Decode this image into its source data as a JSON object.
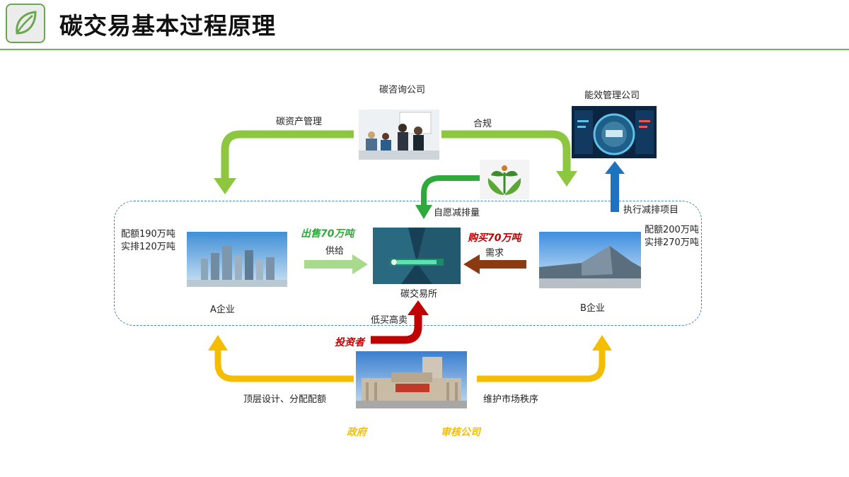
{
  "header": {
    "title": "碳交易基本过程原理",
    "accent_color": "#6aa84f",
    "logo_icon": "leaf-icon"
  },
  "diagram": {
    "consulting": {
      "label": "碳咨询公司",
      "left_flow": "碳资产管理",
      "right_flow": "合规"
    },
    "energy_company": {
      "label": "能效管理公司",
      "flow": "执行减排项目"
    },
    "voluntary": {
      "label": "自愿减排量",
      "icon": "sprout-icon"
    },
    "enterprise_a": {
      "label": "A企业",
      "quota": "配额190万吨",
      "actual": "实排120万吨",
      "sell": "出售70万吨",
      "flow": "供给"
    },
    "enterprise_b": {
      "label": "B企业",
      "quota": "配额200万吨",
      "actual": "实排270万吨",
      "buy": "购买70万吨",
      "flow": "需求"
    },
    "exchange": {
      "label": "碳交易所"
    },
    "investor": {
      "label": "投资者",
      "flow": "低买高卖"
    },
    "government": {
      "label": "政府",
      "left_flow": "顶层设计、分配配额",
      "right_flow": "维护市场秩序"
    },
    "auditor": {
      "label": "审核公司"
    },
    "colors": {
      "light_green": "#8dc63f",
      "green": "#2eaa3c",
      "blue": "#1e73be",
      "brown": "#8b3a12",
      "red": "#c00000",
      "yellow": "#f5bd00",
      "pale_green": "#a9d98c"
    }
  }
}
